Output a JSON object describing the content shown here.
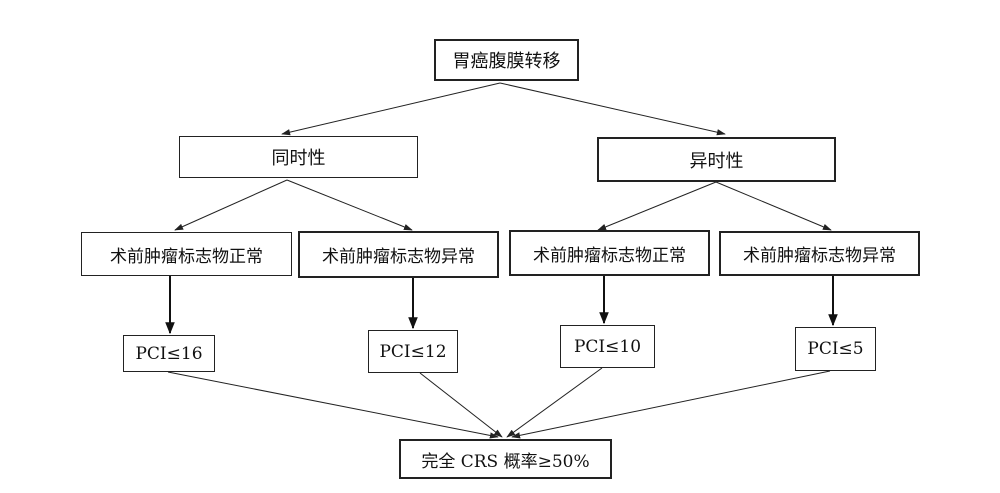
{
  "diagram": {
    "root": "胃癌腹膜转移",
    "branch_left": "同时性",
    "branch_right": "异时性",
    "marker_normal_1": "术前肿瘤标志物正常",
    "marker_abnormal_1": "术前肿瘤标志物异常",
    "marker_normal_2": "术前肿瘤标志物正常",
    "marker_abnormal_2": "术前肿瘤标志物异常",
    "pci_1": "PCI≤16",
    "pci_2": "PCI≤12",
    "pci_3": "PCI≤10",
    "pci_4": "PCI≤5",
    "outcome": "完全 CRS 概率≥50%"
  }
}
